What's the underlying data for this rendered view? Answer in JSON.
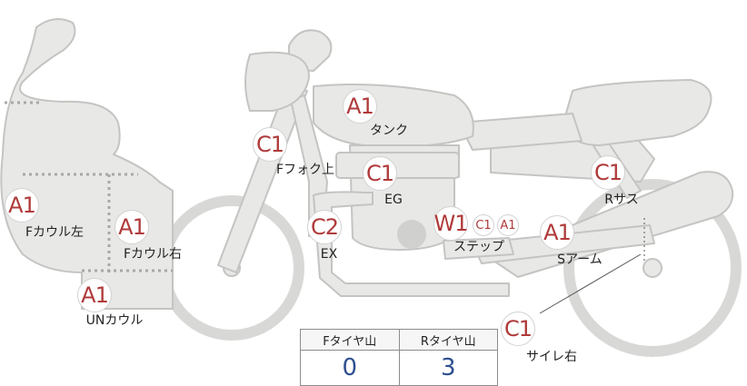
{
  "colors": {
    "body_fill": "#e8e8e6",
    "body_stroke": "#c4c4c2",
    "marker_text": "#b03a3a",
    "value_text": "#2e4f8f",
    "grid": "#8c8c8c"
  },
  "markers": [
    {
      "id": "tank-marker",
      "code": "A1",
      "label": "タンク",
      "size": "large"
    },
    {
      "id": "front-fork-upper-marker",
      "code": "C1",
      "label": "Fフォク上",
      "size": "large"
    },
    {
      "id": "engine-marker",
      "code": "C1",
      "label": "EG",
      "size": "large"
    },
    {
      "id": "rear-suspension-marker",
      "code": "C1",
      "label": "Rサス",
      "size": "large"
    },
    {
      "id": "front-cowl-left-marker",
      "code": "A1",
      "label": "Fカウル左",
      "size": "large"
    },
    {
      "id": "front-cowl-right-marker",
      "code": "A1",
      "label": "Fカウル右",
      "size": "large"
    },
    {
      "id": "exhaust-marker",
      "code": "C2",
      "label": "EX",
      "size": "large"
    },
    {
      "id": "step-marker",
      "code": "W1",
      "label": "ステップ",
      "size": "large"
    },
    {
      "id": "step-c1-marker",
      "code": "C1",
      "label": "",
      "size": "small"
    },
    {
      "id": "step-a1-marker",
      "code": "A1",
      "label": "",
      "size": "small"
    },
    {
      "id": "swingarm-marker",
      "code": "A1",
      "label": "Sアーム",
      "size": "large"
    },
    {
      "id": "under-cowl-marker",
      "code": "A1",
      "label": "UNカウル",
      "size": "large"
    },
    {
      "id": "muffler-right-marker",
      "code": "C1",
      "label": "サイレ右",
      "size": "large"
    }
  ],
  "tire_table": {
    "headers": [
      "Fタイヤ山",
      "Rタイヤ山"
    ],
    "values": [
      "0",
      "3"
    ]
  }
}
